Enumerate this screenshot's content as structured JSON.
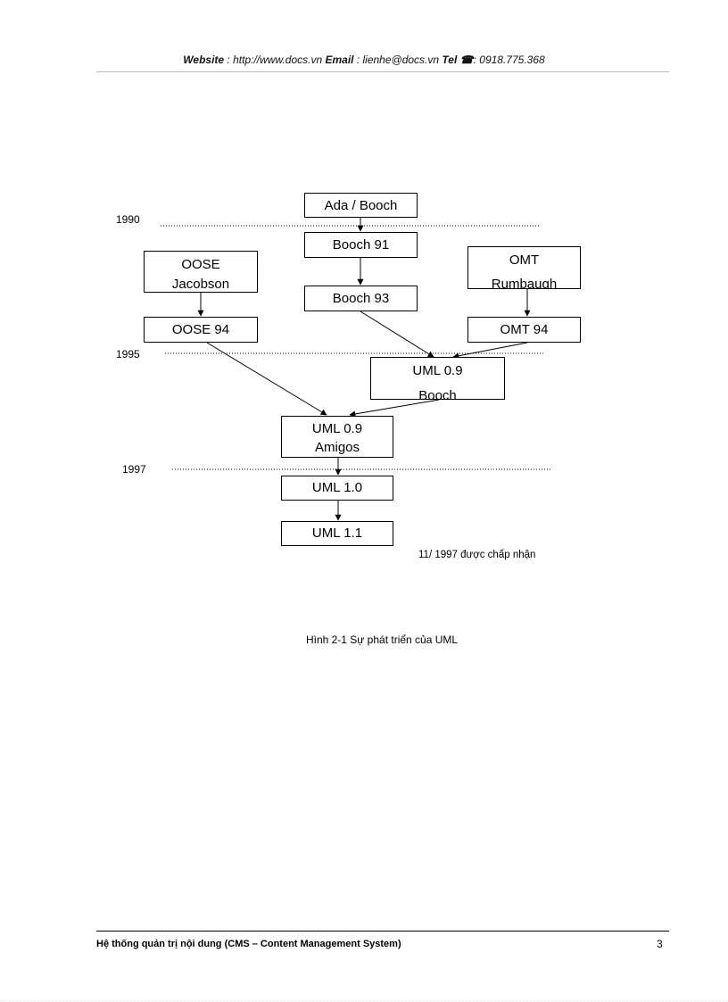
{
  "header": {
    "website_label": "Website",
    "website_value": " : http://www.docs.vn ",
    "email_label": "Email",
    "email_value": " : lienhe@docs.vn ",
    "tel_label": "Tel",
    "tel_icon": "☎",
    "tel_value": ": 0918.775.368"
  },
  "diagram": {
    "years": [
      "1990",
      "1995",
      "1997"
    ],
    "boxes": {
      "ada_booch": "Ada / Booch",
      "booch91": "Booch 91",
      "booch93": "Booch 93",
      "oose_line1": "OOSE",
      "oose_line2": "Jacobson",
      "omt_line1": "OMT",
      "omt_line2": "Rumbaugh",
      "oose94": "OOSE 94",
      "omt94": "OMT 94",
      "uml09b_line1": "UML 0.9",
      "uml09b_line2": "Booch",
      "uml09a_line1": "UML 0.9",
      "uml09a_line2": "Amigos",
      "uml10": "UML 1.0",
      "uml11": "UML 1.1"
    },
    "note": "11/ 1997 được chấp nhận"
  },
  "caption": "Hình 2-1 Sự phát triển của UML",
  "footer": {
    "title": "Hệ thống quản trị nội dung (CMS – Content Management System)",
    "page_number": "3"
  }
}
